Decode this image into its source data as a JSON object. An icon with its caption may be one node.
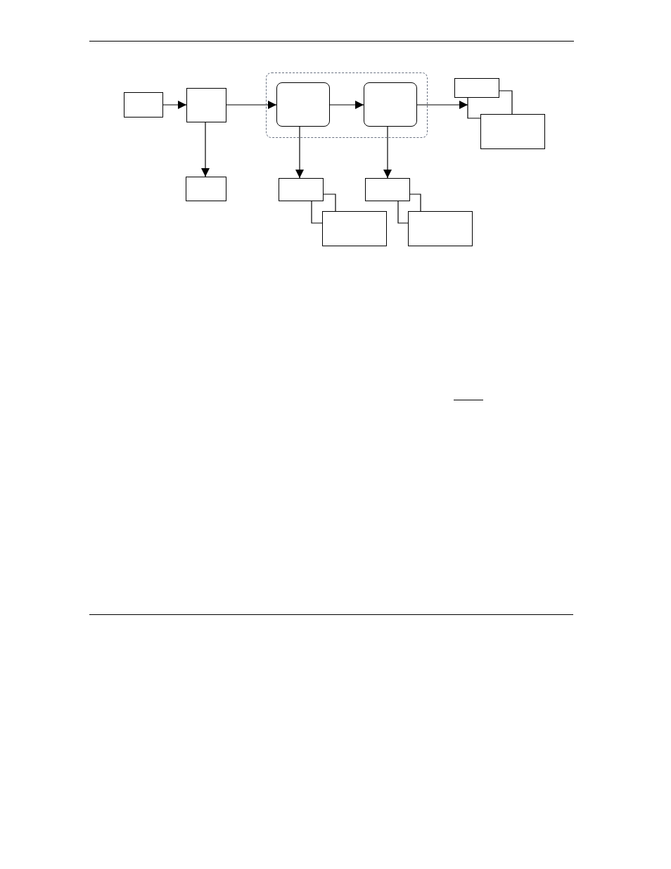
{
  "diagram": {
    "nodes": [
      {
        "text": [],
        "shape": "box"
      },
      {
        "text": [],
        "shape": "box"
      },
      {
        "text": [],
        "shape": "box"
      },
      {
        "text": [],
        "shape": "box",
        "in": 2
      },
      {
        "text": [],
        "shape": "box",
        "in": 2
      },
      {
        "text": [],
        "shape": "box"
      },
      {
        "text": [],
        "shape": "box"
      },
      {
        "text": [],
        "shape": "box"
      },
      {
        "text": [],
        "shape": "box"
      },
      {
        "text": [],
        "shape": "box"
      },
      {
        "text": [],
        "shape": "box"
      },
      {
        "text": [],
        "shape": "box"
      }
    ],
    "edges": [
      {
        "from": 0,
        "to": 1,
        "arrow": "to"
      },
      {
        "from": 1,
        "to": 3,
        "arrow": "to"
      },
      {
        "from": 3,
        "to": 4,
        "arrow": "to"
      },
      {
        "from": 4,
        "to": 6,
        "arrow": "to"
      },
      {
        "from": 1,
        "to": 5,
        "arrow": "to"
      },
      {
        "from": 3,
        "to": 8,
        "arrow": "to"
      },
      {
        "from": 4,
        "to": 10,
        "arrow": "to"
      },
      {
        "from": 6,
        "to": 7,
        "arrow": "none"
      },
      {
        "from": 6,
        "to": 7,
        "arrow": "none"
      },
      {
        "from": 8,
        "to": 9,
        "arrow": "none"
      },
      {
        "from": 8,
        "to": 9,
        "arrow": "none"
      },
      {
        "from": 10,
        "to": 11,
        "arrow": "none"
      },
      {
        "from": 10,
        "to": 11,
        "arrow": "none"
      }
    ]
  }
}
